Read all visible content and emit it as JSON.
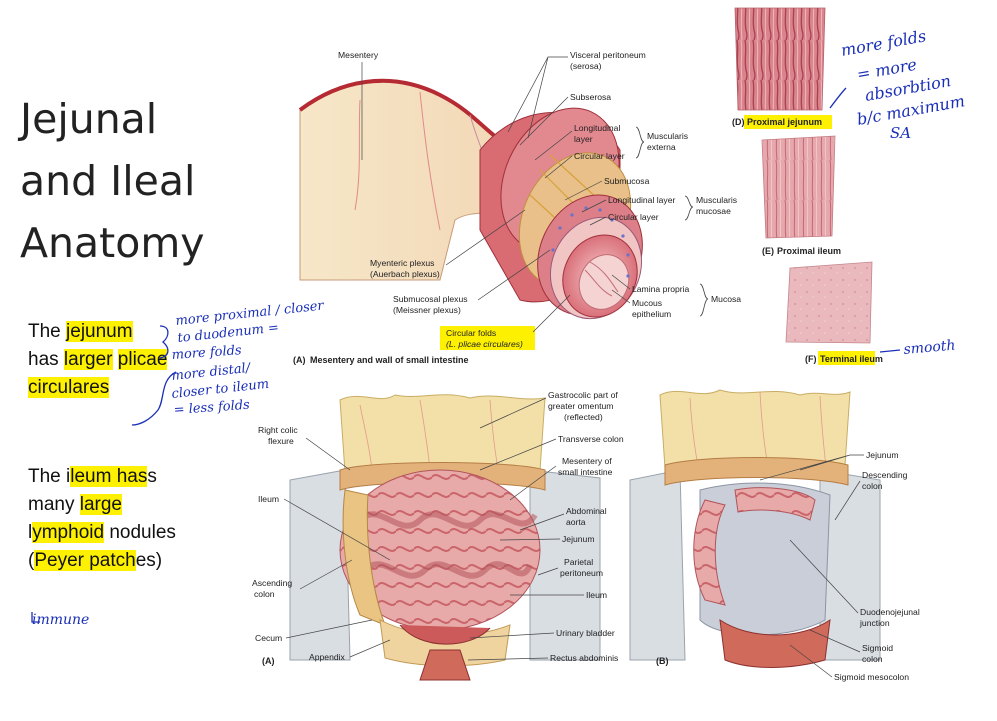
{
  "title": {
    "line1": "Jejunal",
    "line2": "and Ileal",
    "line3": "Anatomy"
  },
  "para1": {
    "p1": "The ",
    "h1": "jejunum",
    "p2": " has ",
    "h2": "larger",
    "p3": " ",
    "h3": "plicae circulares",
    "p4": ""
  },
  "para2": {
    "p1": "The i",
    "h1": "leum has",
    "p2": "s many ",
    "h2": "large",
    "p3": " l",
    "h3": "ymphoid",
    "p4": " nodules (",
    "h4": "Peyer patch",
    "p5": "es)"
  },
  "annotations": {
    "top_right_1": "more folds",
    "top_right_2": "= more",
    "top_right_3": "absorbtion",
    "top_right_4": "b/c maximum",
    "top_right_5": "SA",
    "jejunum_1": "more proximal / closer",
    "jejunum_2": "to duodenum =",
    "jejunum_3": "more folds",
    "ileum_1": "more distal/",
    "ileum_2": "closer to ileum",
    "ileum_3": "= less folds",
    "smooth": "smooth",
    "immune": "immune"
  },
  "figure_a": {
    "caption_letter": "(A)",
    "caption": "Mesentery and wall of small intestine",
    "mesentery": "Mesentery",
    "visceral_1": "Visceral peritoneum",
    "visceral_2": "(serosa)",
    "subserosa": "Subserosa",
    "longitudinal_1": "Longitudinal",
    "longitudinal_2": "layer",
    "circular_layer": "Circular layer",
    "muscularis_ext_1": "Muscularis",
    "muscularis_ext_2": "externa",
    "submucosa": "Submucosa",
    "long_layer_2": "Longitudinal layer",
    "circ_layer_2": "Circular layer",
    "muscularis_muc_1": "Muscularis",
    "muscularis_muc_2": "mucosae",
    "myenteric_1": "Myenteric plexus",
    "myenteric_2": "(Auerbach plexus)",
    "submucosal_1": "Submucosal plexus",
    "submucosal_2": "(Meissner plexus)",
    "lamina": "Lamina propria",
    "mucous_1": "Mucous",
    "mucous_2": "epithelium",
    "mucosa": "Mucosa",
    "folds_1": "Circular folds",
    "folds_2": "(L. plicae circulares)"
  },
  "panels": {
    "d_letter": "(D)",
    "d_label": "Proximal jejunum",
    "e_letter": "(E)",
    "e_label": "Proximal ileum",
    "f_letter": "(F)",
    "f_label": "Terminal ileum"
  },
  "bottom_a": {
    "letter": "(A)",
    "right_colic_1": "Right colic",
    "right_colic_2": "flexure",
    "ileum": "Ileum",
    "ascending_1": "Ascending",
    "ascending_2": "colon",
    "cecum": "Cecum",
    "appendix": "Appendix",
    "gastrocolic_1": "Gastrocolic part of",
    "gastrocolic_2": "greater omentum",
    "gastrocolic_3": "(reflected)",
    "transverse": "Transverse colon",
    "mesentery_1": "Mesentery of",
    "mesentery_2": "small intestine",
    "abdominal_1": "Abdominal",
    "abdominal_2": "aorta",
    "jejunum": "Jejunum",
    "parietal_1": "Parietal",
    "parietal_2": "peritoneum",
    "ileum_mid": "Ileum",
    "urinary": "Urinary bladder",
    "rectus": "Rectus abdominis"
  },
  "bottom_b": {
    "letter": "(B)",
    "jejunum": "Jejunum",
    "descending_1": "Descending",
    "descending_2": "colon",
    "duodeno_1": "Duodenojejunal",
    "duodeno_2": "junction",
    "sigmoid_1": "Sigmoid",
    "sigmoid_2": "colon",
    "sigmoid_meso": "Sigmoid mesocolon"
  }
}
